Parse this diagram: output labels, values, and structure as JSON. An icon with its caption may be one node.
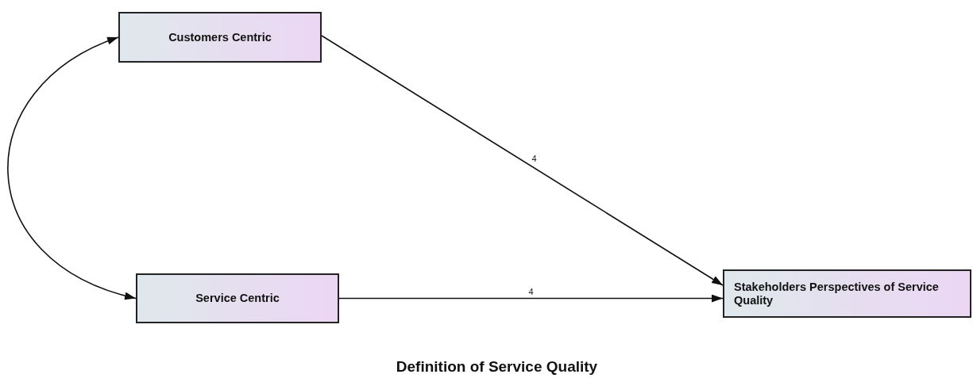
{
  "diagram": {
    "caption": "Definition of Service Quality",
    "nodes": [
      {
        "text": [
          "Customers Centric"
        ]
      },
      {
        "text": [
          "Service Centric"
        ]
      },
      {
        "text": [
          "Stakeholders Perspectives of Service Quality"
        ]
      }
    ],
    "edges": [
      {
        "from": 0,
        "to": 2,
        "arrow": "to",
        "label": "4"
      },
      {
        "from": 1,
        "to": 2,
        "arrow": "to",
        "label": "4"
      },
      {
        "from": 0,
        "to": 1,
        "arrow": "both"
      }
    ]
  }
}
